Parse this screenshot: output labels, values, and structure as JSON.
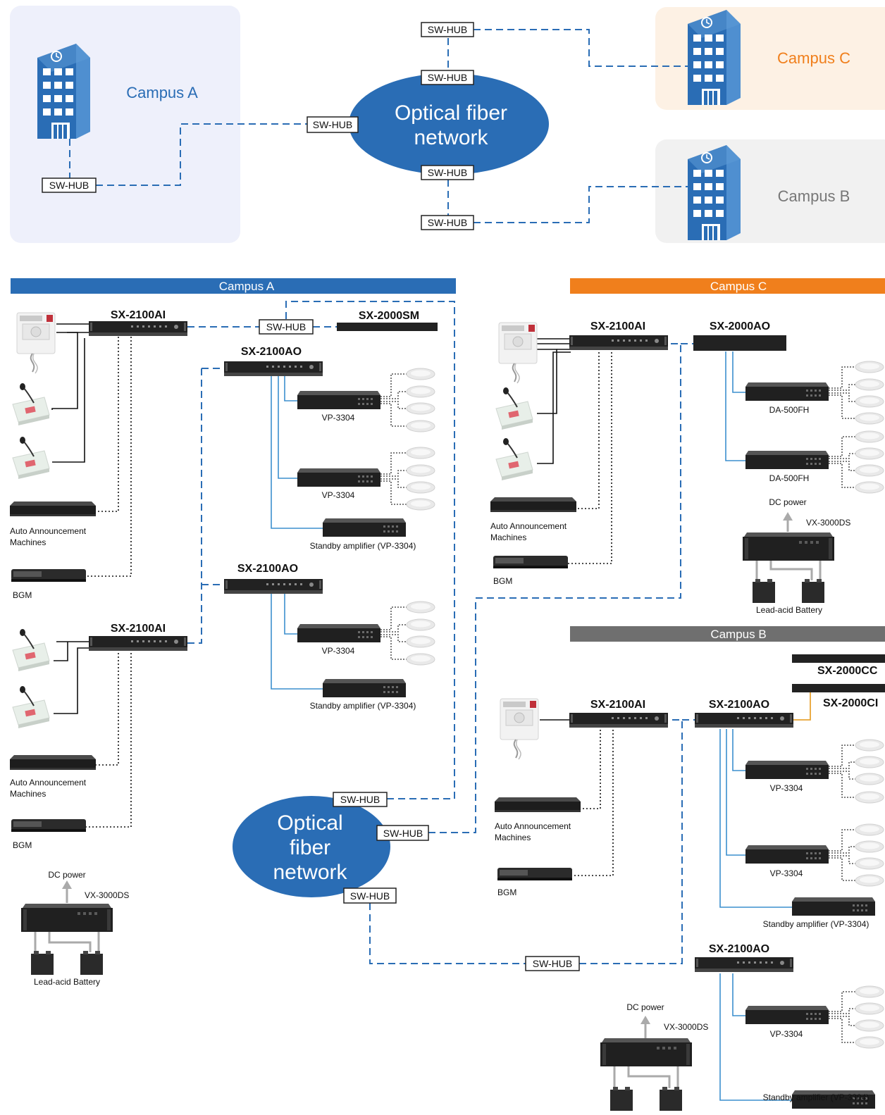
{
  "overview": {
    "campus_a": "Campus A",
    "campus_b": "Campus B",
    "campus_c": "Campus C",
    "network": [
      "Optical fiber",
      "network"
    ],
    "hub": "SW-HUB"
  },
  "sections": {
    "campus_a": "Campus A",
    "campus_c": "Campus C",
    "campus_b": "Campus B"
  },
  "labels": {
    "sx2100ai": "SX-2100AI",
    "sx2100ao": "SX-2100AO",
    "sx2000sm": "SX-2000SM",
    "sx2000ao": "SX-2000AO",
    "sx2000cc": "SX-2000CC",
    "sx2000ci": "SX-2000CI",
    "vp3304": "VP-3304",
    "da500fh": "DA-500FH",
    "standby": "Standby amplifier (VP-3304)",
    "auto_ann": [
      "Auto Announcement",
      "Machines"
    ],
    "bgm": "BGM",
    "dc_power": "DC power",
    "vx3000ds": "VX-3000DS",
    "battery": "Lead-acid Battery",
    "hub": "SW-HUB"
  },
  "lower_network": [
    "Optical",
    "fiber",
    "network"
  ],
  "colors": {
    "blue": "#2a6db5",
    "panel_a": "#eef0fb",
    "panel_c": "#fdf1e4",
    "panel_b": "#f1f1f1",
    "orange": "#f07f1c",
    "grey_bar": "#6f6f6f",
    "campus_b_text": "#777777",
    "dash_line": "#2a6db5",
    "speaker_line": "#3c8fce"
  },
  "icons": [
    "building-icon",
    "rack-unit-icon",
    "amplifier-icon",
    "ceiling-speaker-icon",
    "paging-mic-icon",
    "emergency-microphone-icon",
    "bgm-player-icon",
    "power-supply-icon",
    "battery-icon"
  ]
}
